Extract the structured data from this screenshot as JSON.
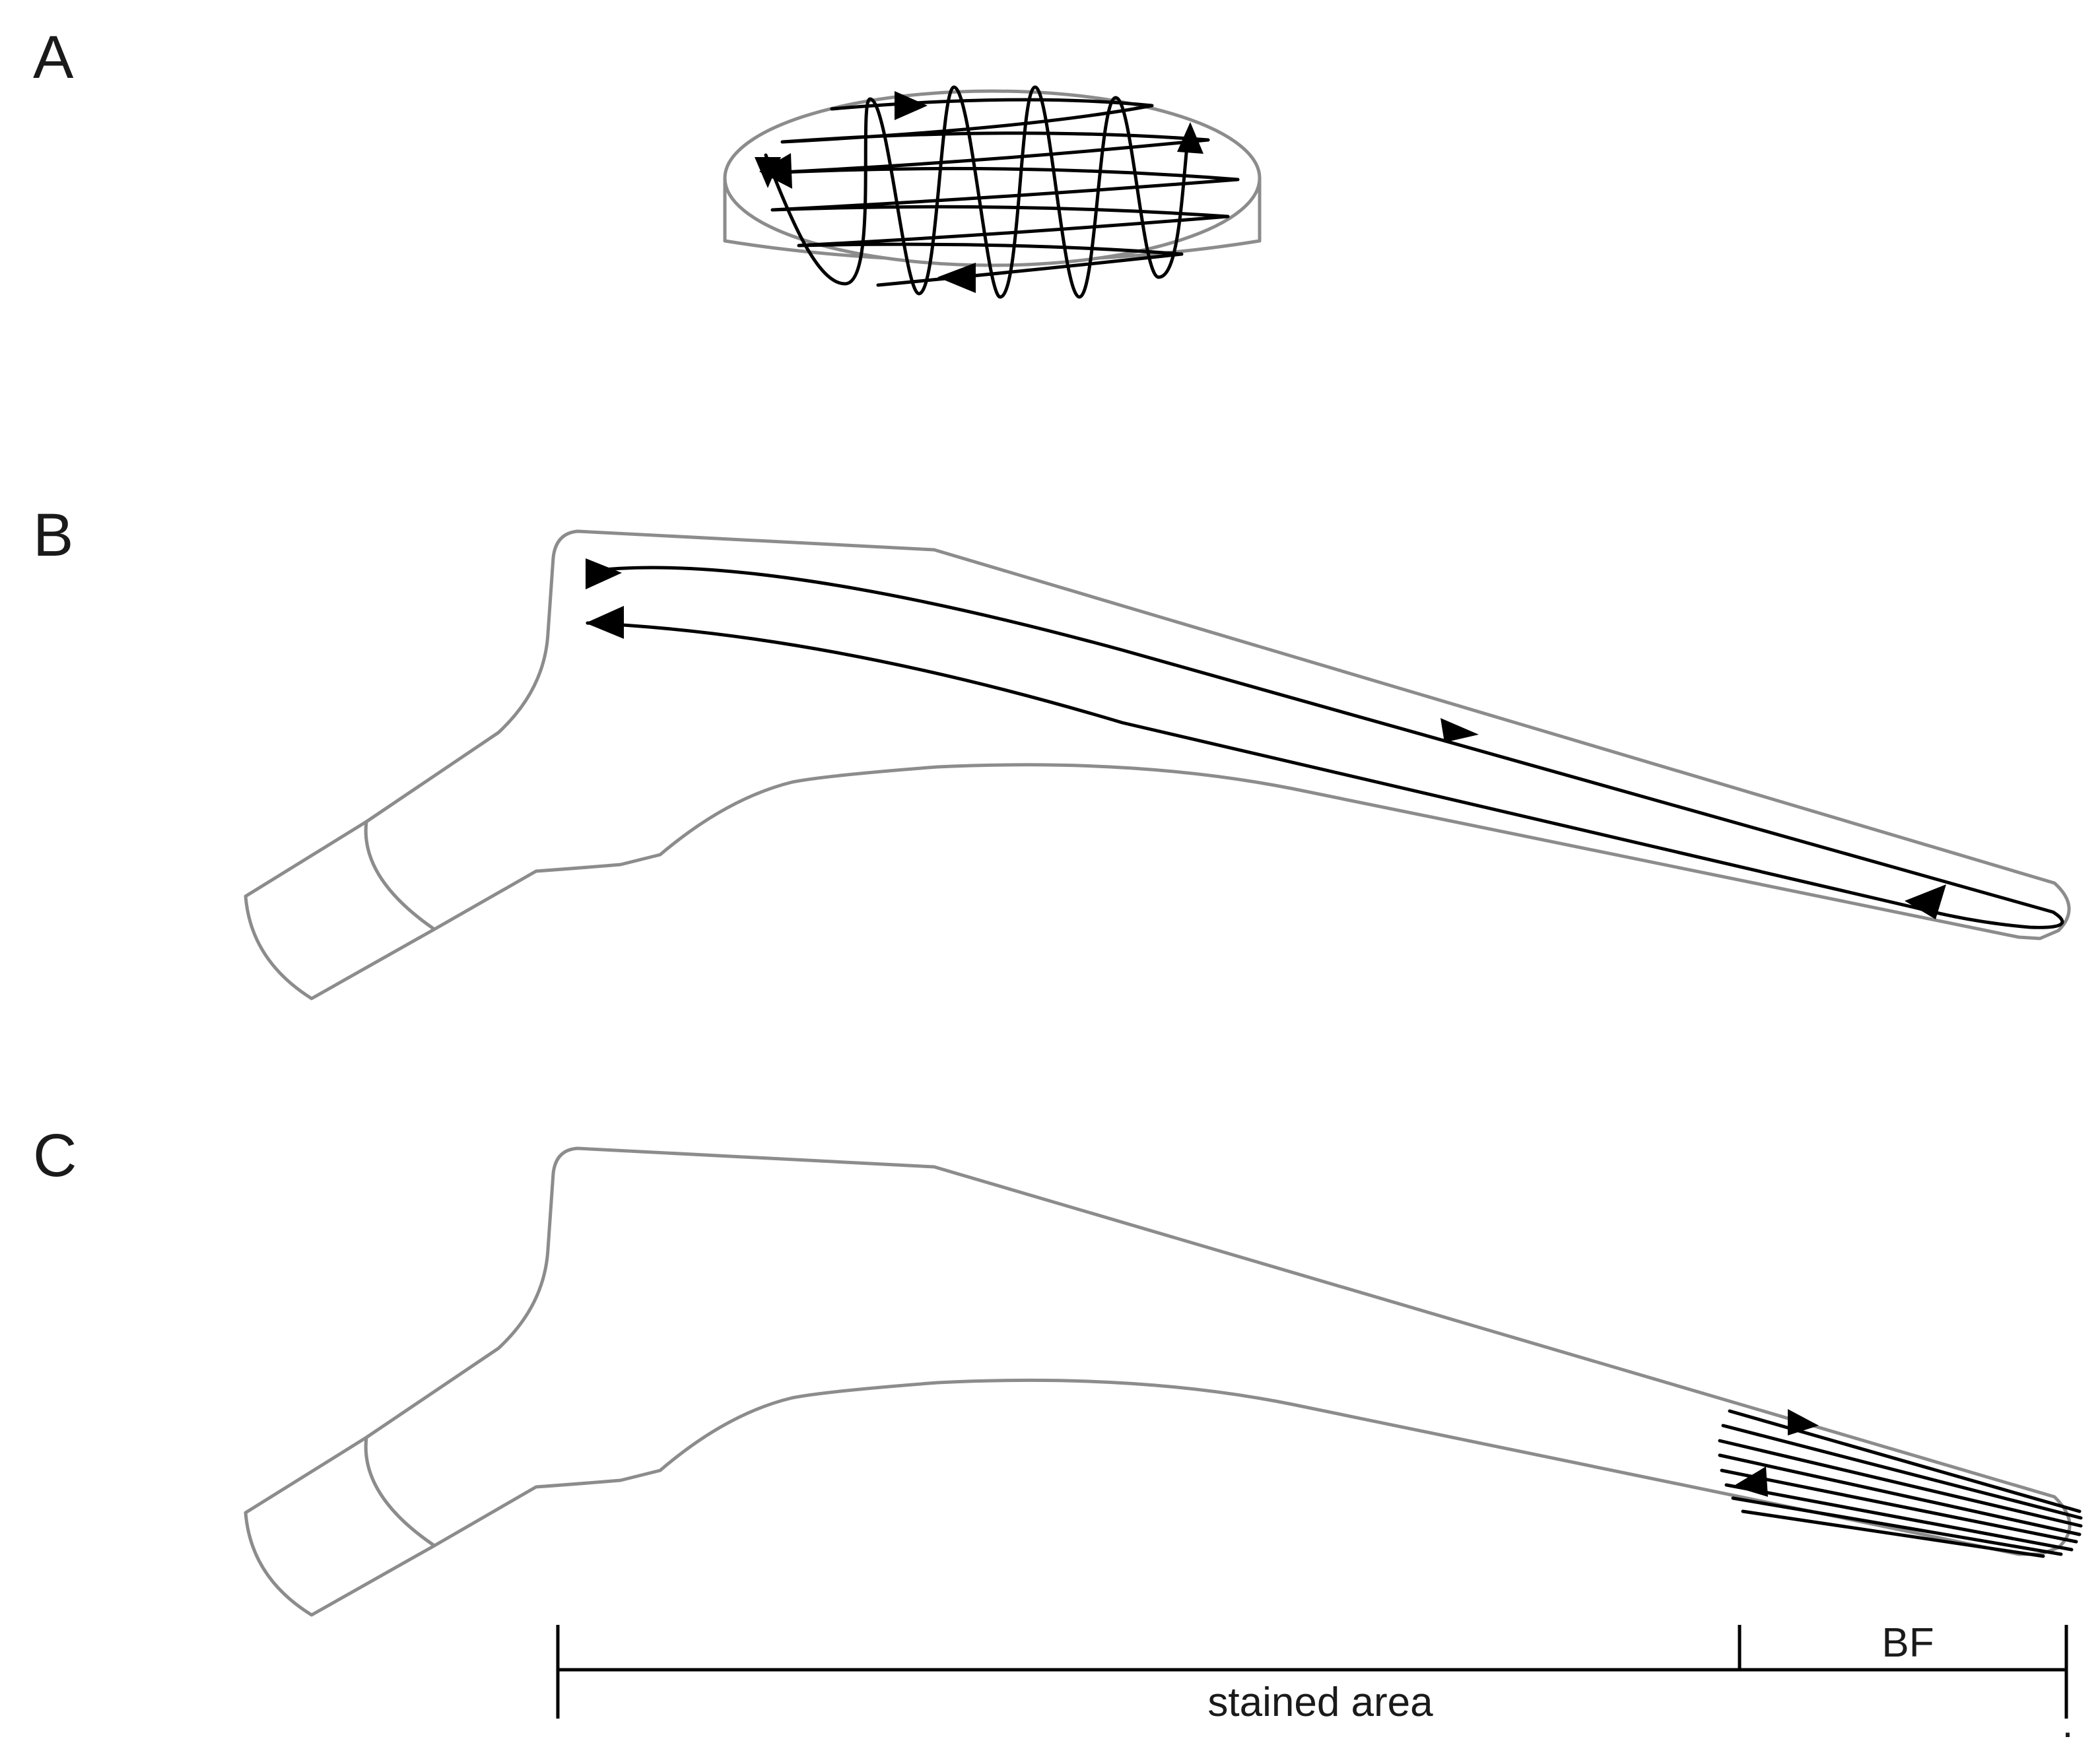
{
  "panels": {
    "a": {
      "label": "A"
    },
    "b": {
      "label": "B"
    },
    "c": {
      "label": "C"
    }
  },
  "scale_bar": {
    "stained_area_label": "stained area",
    "bf_label": "BF"
  },
  "trailing_mark": "."
}
